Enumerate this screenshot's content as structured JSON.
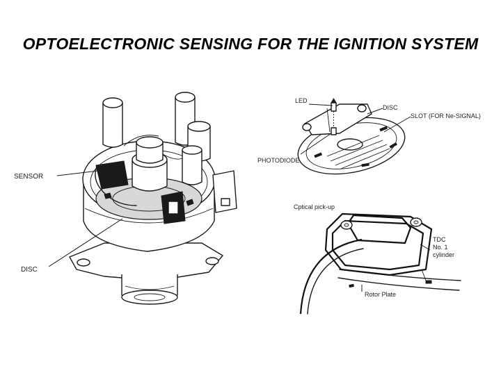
{
  "slide": {
    "title": "OPTOELECTRONIC SENSING FOR THE IGNITION SYSTEM"
  },
  "distributor_figure": {
    "labels": {
      "sensor": "SENSOR",
      "disc": "DISC"
    }
  },
  "disc_figure": {
    "labels": {
      "led": "LED",
      "disc": "DISC",
      "slot": "SLOT (FOR Ne-SIGNAL)",
      "photodiode": "PHOTODIODE"
    }
  },
  "pickup_figure": {
    "labels": {
      "title": "Cptical pick-up",
      "tdc_line1": "TDC",
      "tdc_line2": "No. 1",
      "tdc_line3": "cylinder",
      "rotor_plate": "Rotor Plate"
    }
  }
}
